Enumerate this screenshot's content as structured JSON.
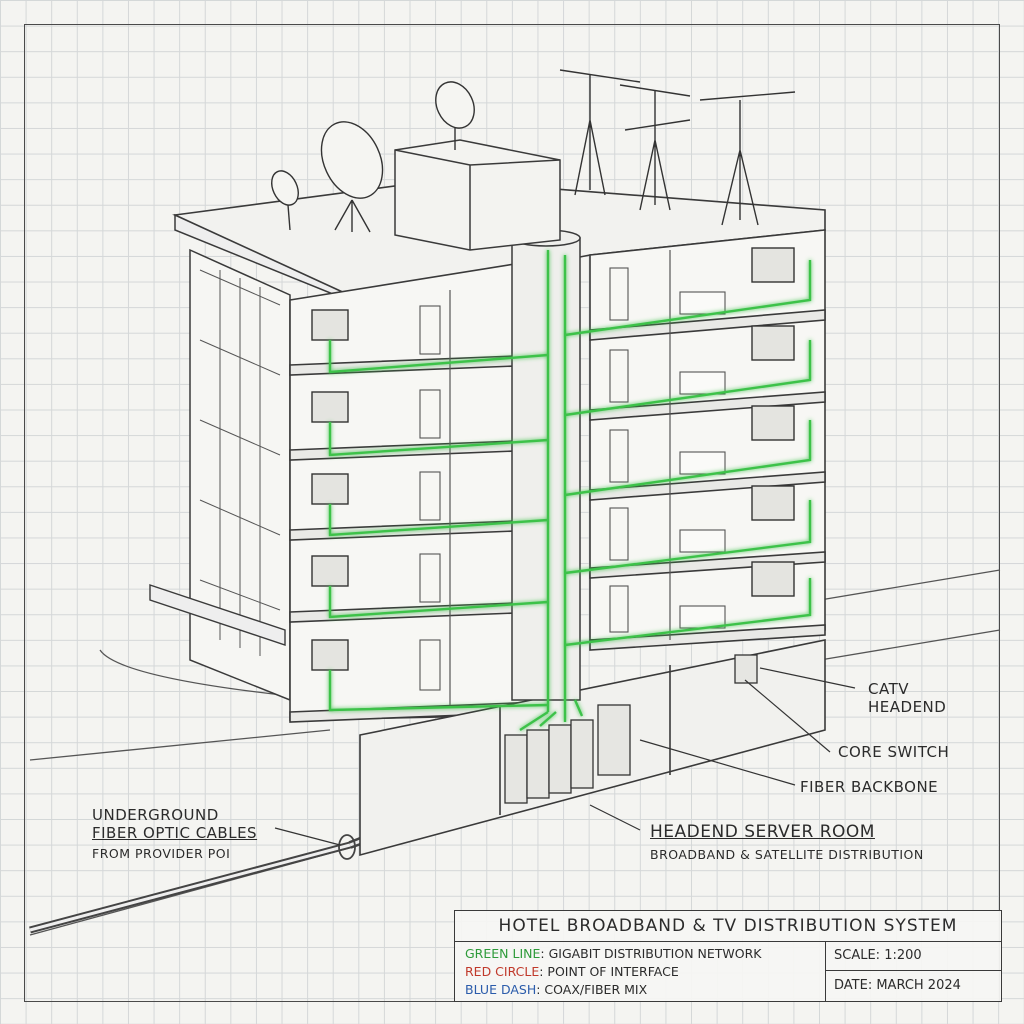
{
  "callouts": {
    "catv_line1": "CATV",
    "catv_line2": "HEADEND",
    "core_switch": "CORE SWITCH",
    "fiber_backbone": "FIBER BACKBONE",
    "headend_title": "HEADEND SERVER ROOM",
    "headend_subtitle": "BROADBAND & SATELLITE DISTRIBUTION",
    "underground_line1": "UNDERGROUND",
    "underground_line2": "FIBER OPTIC CABLES",
    "underground_line3": "FROM PROVIDER POI"
  },
  "title_block": {
    "title": "HOTEL BROADBAND & TV DISTRIBUTION SYSTEM",
    "legend": [
      {
        "key": "GREEN LINE",
        "text": ": GIGABIT DISTRIBUTION NETWORK",
        "color": "#2e9b3a"
      },
      {
        "key": "RED CIRCLE",
        "text": ": POINT OF INTERFACE",
        "color": "#c0392b"
      },
      {
        "key": "BLUE DASH",
        "text": ": COAX/FIBER MIX",
        "color": "#2b5cab"
      }
    ],
    "scale": "SCALE:  1:200",
    "date": "DATE:  MARCH 2024"
  },
  "colors": {
    "network": "#3cc24a",
    "ink": "#3a3a3a"
  }
}
